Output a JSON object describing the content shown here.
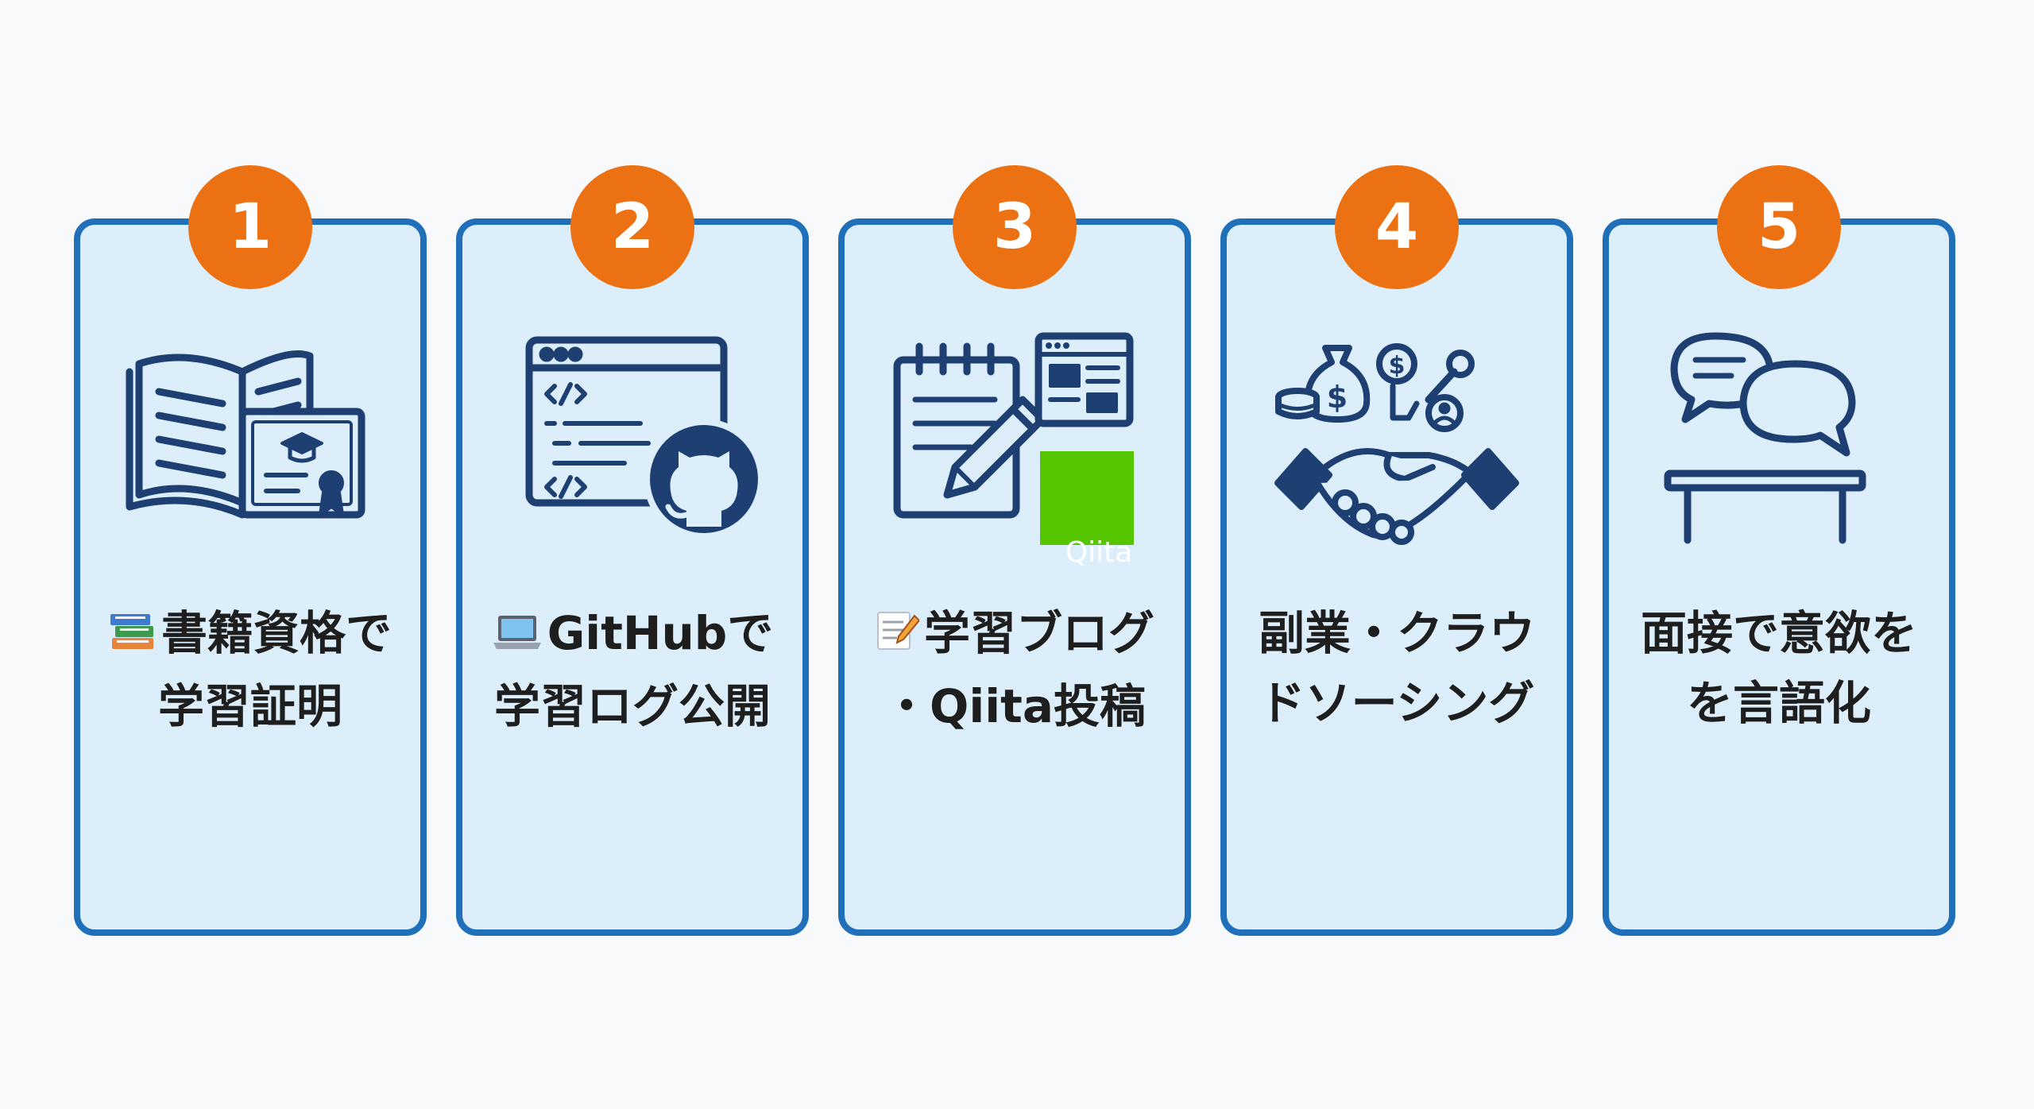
{
  "steps": [
    {
      "number": "1",
      "icon": "book-certificate-icon",
      "emoji": "books-emoji",
      "line1": "書籍資格で",
      "line2": "学習証明"
    },
    {
      "number": "2",
      "icon": "code-window-github-icon",
      "emoji": "laptop-emoji",
      "line1": "GitHubで",
      "line2": "学習ログ公開"
    },
    {
      "number": "3",
      "icon": "notepad-pencil-qiita-icon",
      "emoji": "memo-emoji",
      "qiita_logo": "Qiita",
      "line1": "学習ブログ",
      "line2": "・Qiita投稿"
    },
    {
      "number": "4",
      "icon": "handshake-money-icon",
      "line1": "副業・クラウ",
      "line2": "ドソーシング"
    },
    {
      "number": "5",
      "icon": "speech-bubbles-table-icon",
      "line1": "面接で意欲を",
      "line2": "を言語化"
    }
  ],
  "colors": {
    "card_bg": "#ddeefb",
    "card_border": "#1f70b8",
    "badge": "#ec7113",
    "icon": "#1d3f72",
    "qiita_green": "#55c500"
  }
}
